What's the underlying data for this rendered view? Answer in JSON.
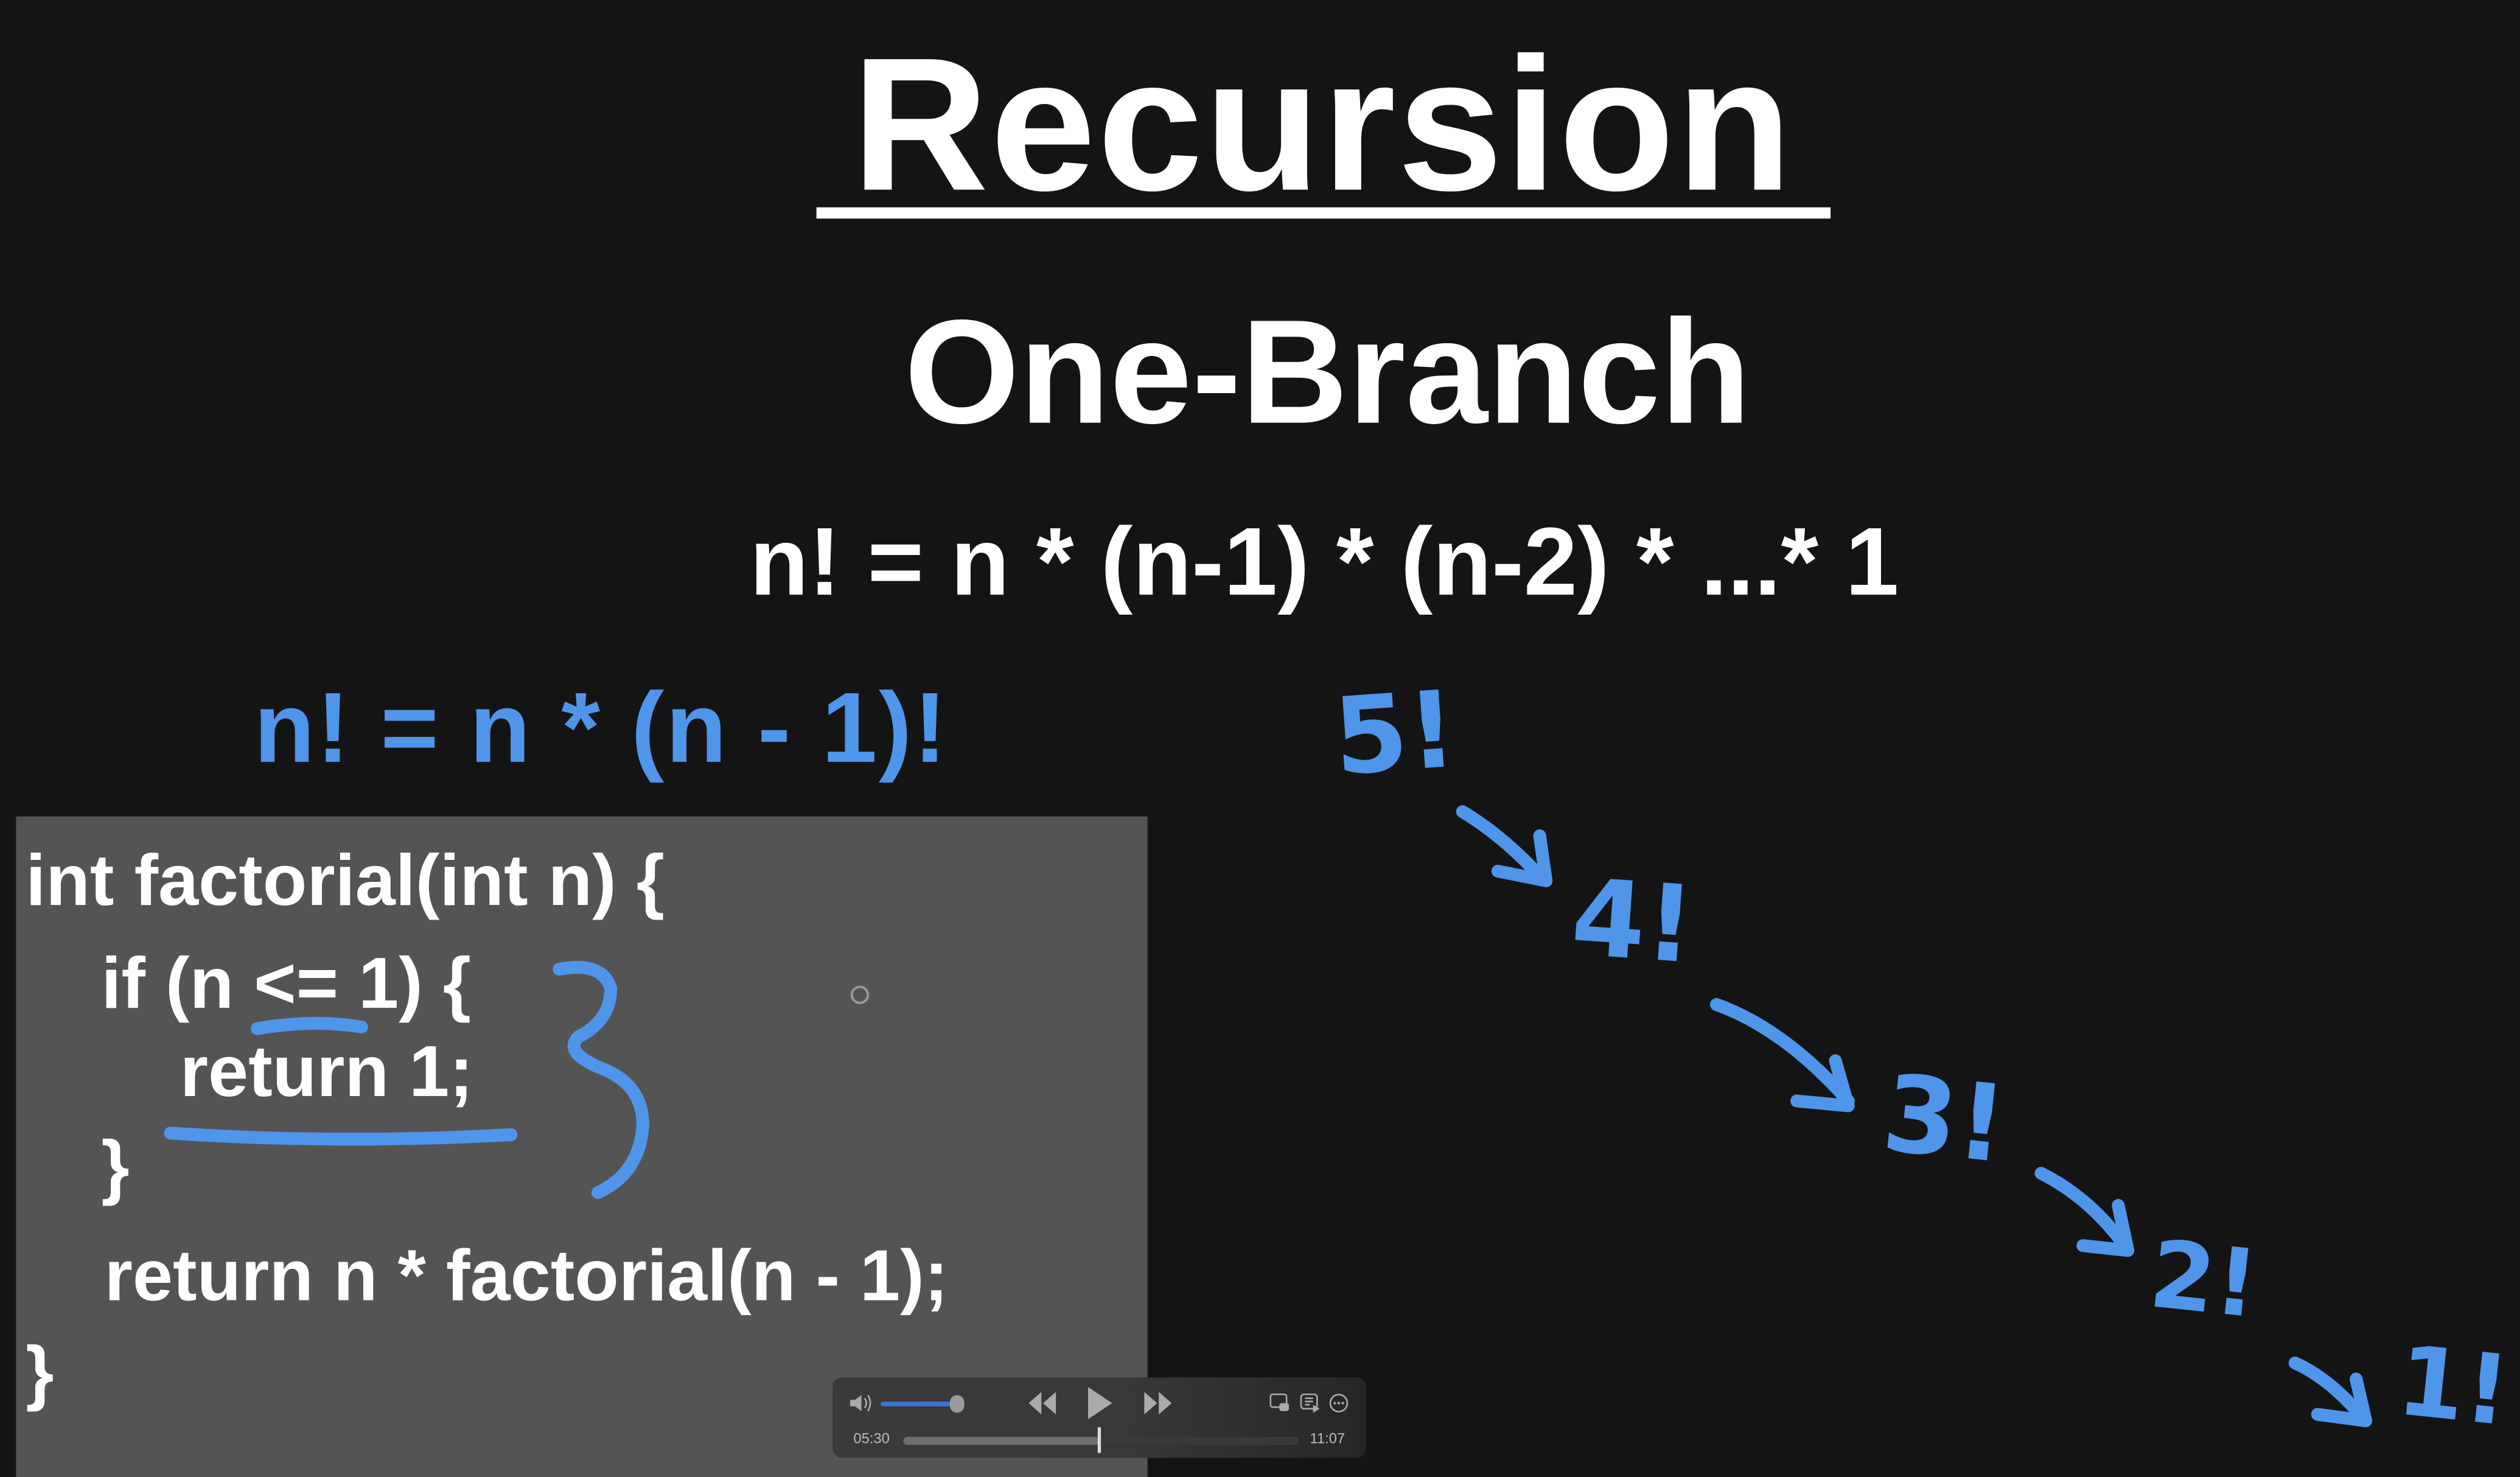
{
  "slide": {
    "title": "Recursion",
    "subtitle": "One-Branch",
    "formula": "n! = n * (n-1) * (n-2) * ...* 1",
    "recurrence": "n! = n * (n -  1)!",
    "code_lines": [
      "int factorial(int n) {",
      "if (n <= 1) {",
      "return 1;",
      "}",
      "return n * factorial(n - 1);",
      "}"
    ],
    "chain": [
      "5!",
      "4!",
      "3!",
      "2!",
      "1!"
    ],
    "accent_color": "#4f95ea"
  },
  "player": {
    "current_time": "05:30",
    "total_time": "11:07",
    "progress_fraction": 0.494,
    "volume_fraction": 1.0,
    "icons": [
      "volume-icon",
      "rewind-icon",
      "play-icon",
      "fast-forward-icon",
      "picture-in-picture-icon",
      "playback-menu-icon",
      "more-options-icon"
    ]
  }
}
